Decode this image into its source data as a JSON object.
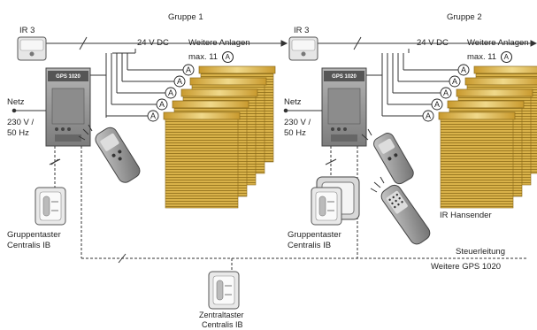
{
  "groups": [
    {
      "title": "Gruppe 1",
      "ir_label": "IR 3",
      "controller_label": "GPS 1020",
      "net_label": "Netz",
      "voltage_label": "230 V /",
      "frequency_label": "50 Hz",
      "dc_label": "24 V DC",
      "more_label": "Weitere Anlagen",
      "max_label": "max. 11",
      "max_circle": "A",
      "switch_label_1": "Gruppentaster",
      "switch_label_2": "Centralis IB"
    },
    {
      "title": "Gruppe 2",
      "ir_label": "IR 3",
      "controller_label": "GPS 1020",
      "net_label": "Netz",
      "voltage_label": "230 V /",
      "frequency_label": "50 Hz",
      "dc_label": "24 V DC",
      "more_label": "Weitere Anlagen",
      "max_label": "max. 11",
      "max_circle": "A",
      "switch_label_1": "Gruppentaster",
      "switch_label_2": "Centralis IB"
    }
  ],
  "blind_marker": "A",
  "ir_handsender_label": "IR Hansender",
  "steuerleitung_label": "Steuerleitung",
  "weitere_gps_label": "Weitere GPS 1020",
  "central_switch_label_1": "Zentraltaster",
  "central_switch_label_2": "Centralis IB",
  "colors": {
    "blind": "#d8b24a",
    "blind_dark": "#9c7a22",
    "blind_light": "#f0d98a",
    "device_gray": "#9a9a9a",
    "line": "#333333"
  }
}
